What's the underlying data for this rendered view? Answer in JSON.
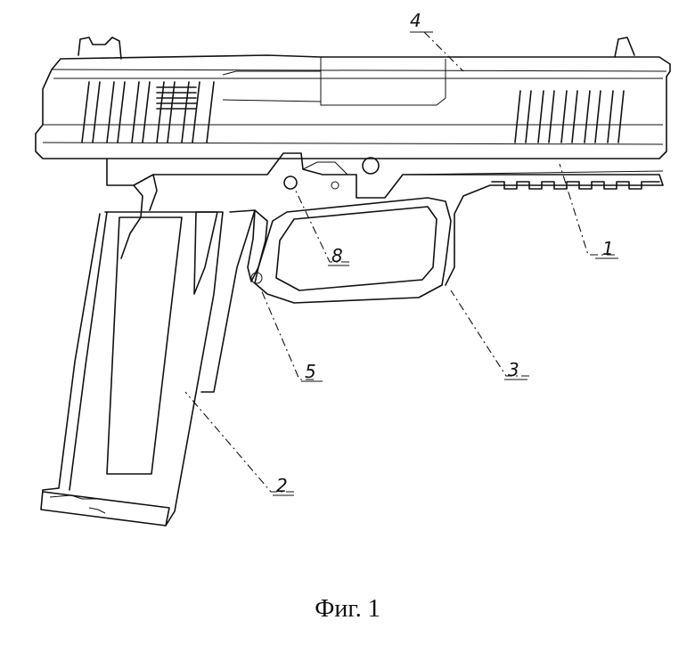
{
  "caption": "Фиг. 1",
  "labels": {
    "frame": "1",
    "magazine": "2",
    "trigger_guard": "3",
    "slide": "4",
    "pin_lower": "5",
    "pin_upper": "8"
  }
}
